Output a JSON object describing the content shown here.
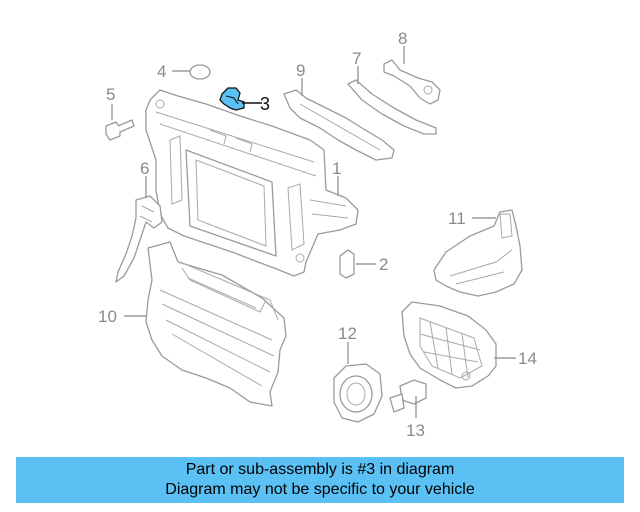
{
  "callouts": {
    "c1": "1",
    "c2": "2",
    "c3": "3",
    "c4": "4",
    "c5": "5",
    "c6": "6",
    "c7": "7",
    "c8": "8",
    "c9": "9",
    "c10": "10",
    "c11": "11",
    "c12": "12",
    "c13": "13",
    "c14": "14"
  },
  "highlight": {
    "part_number": "3",
    "color": "#5bc1f4",
    "outline_color": "#111111"
  },
  "caption": {
    "line1": "Part or sub-assembly is #3 in diagram",
    "line2": "Diagram may not be specific to your vehicle",
    "background": "#5bc1f4"
  }
}
